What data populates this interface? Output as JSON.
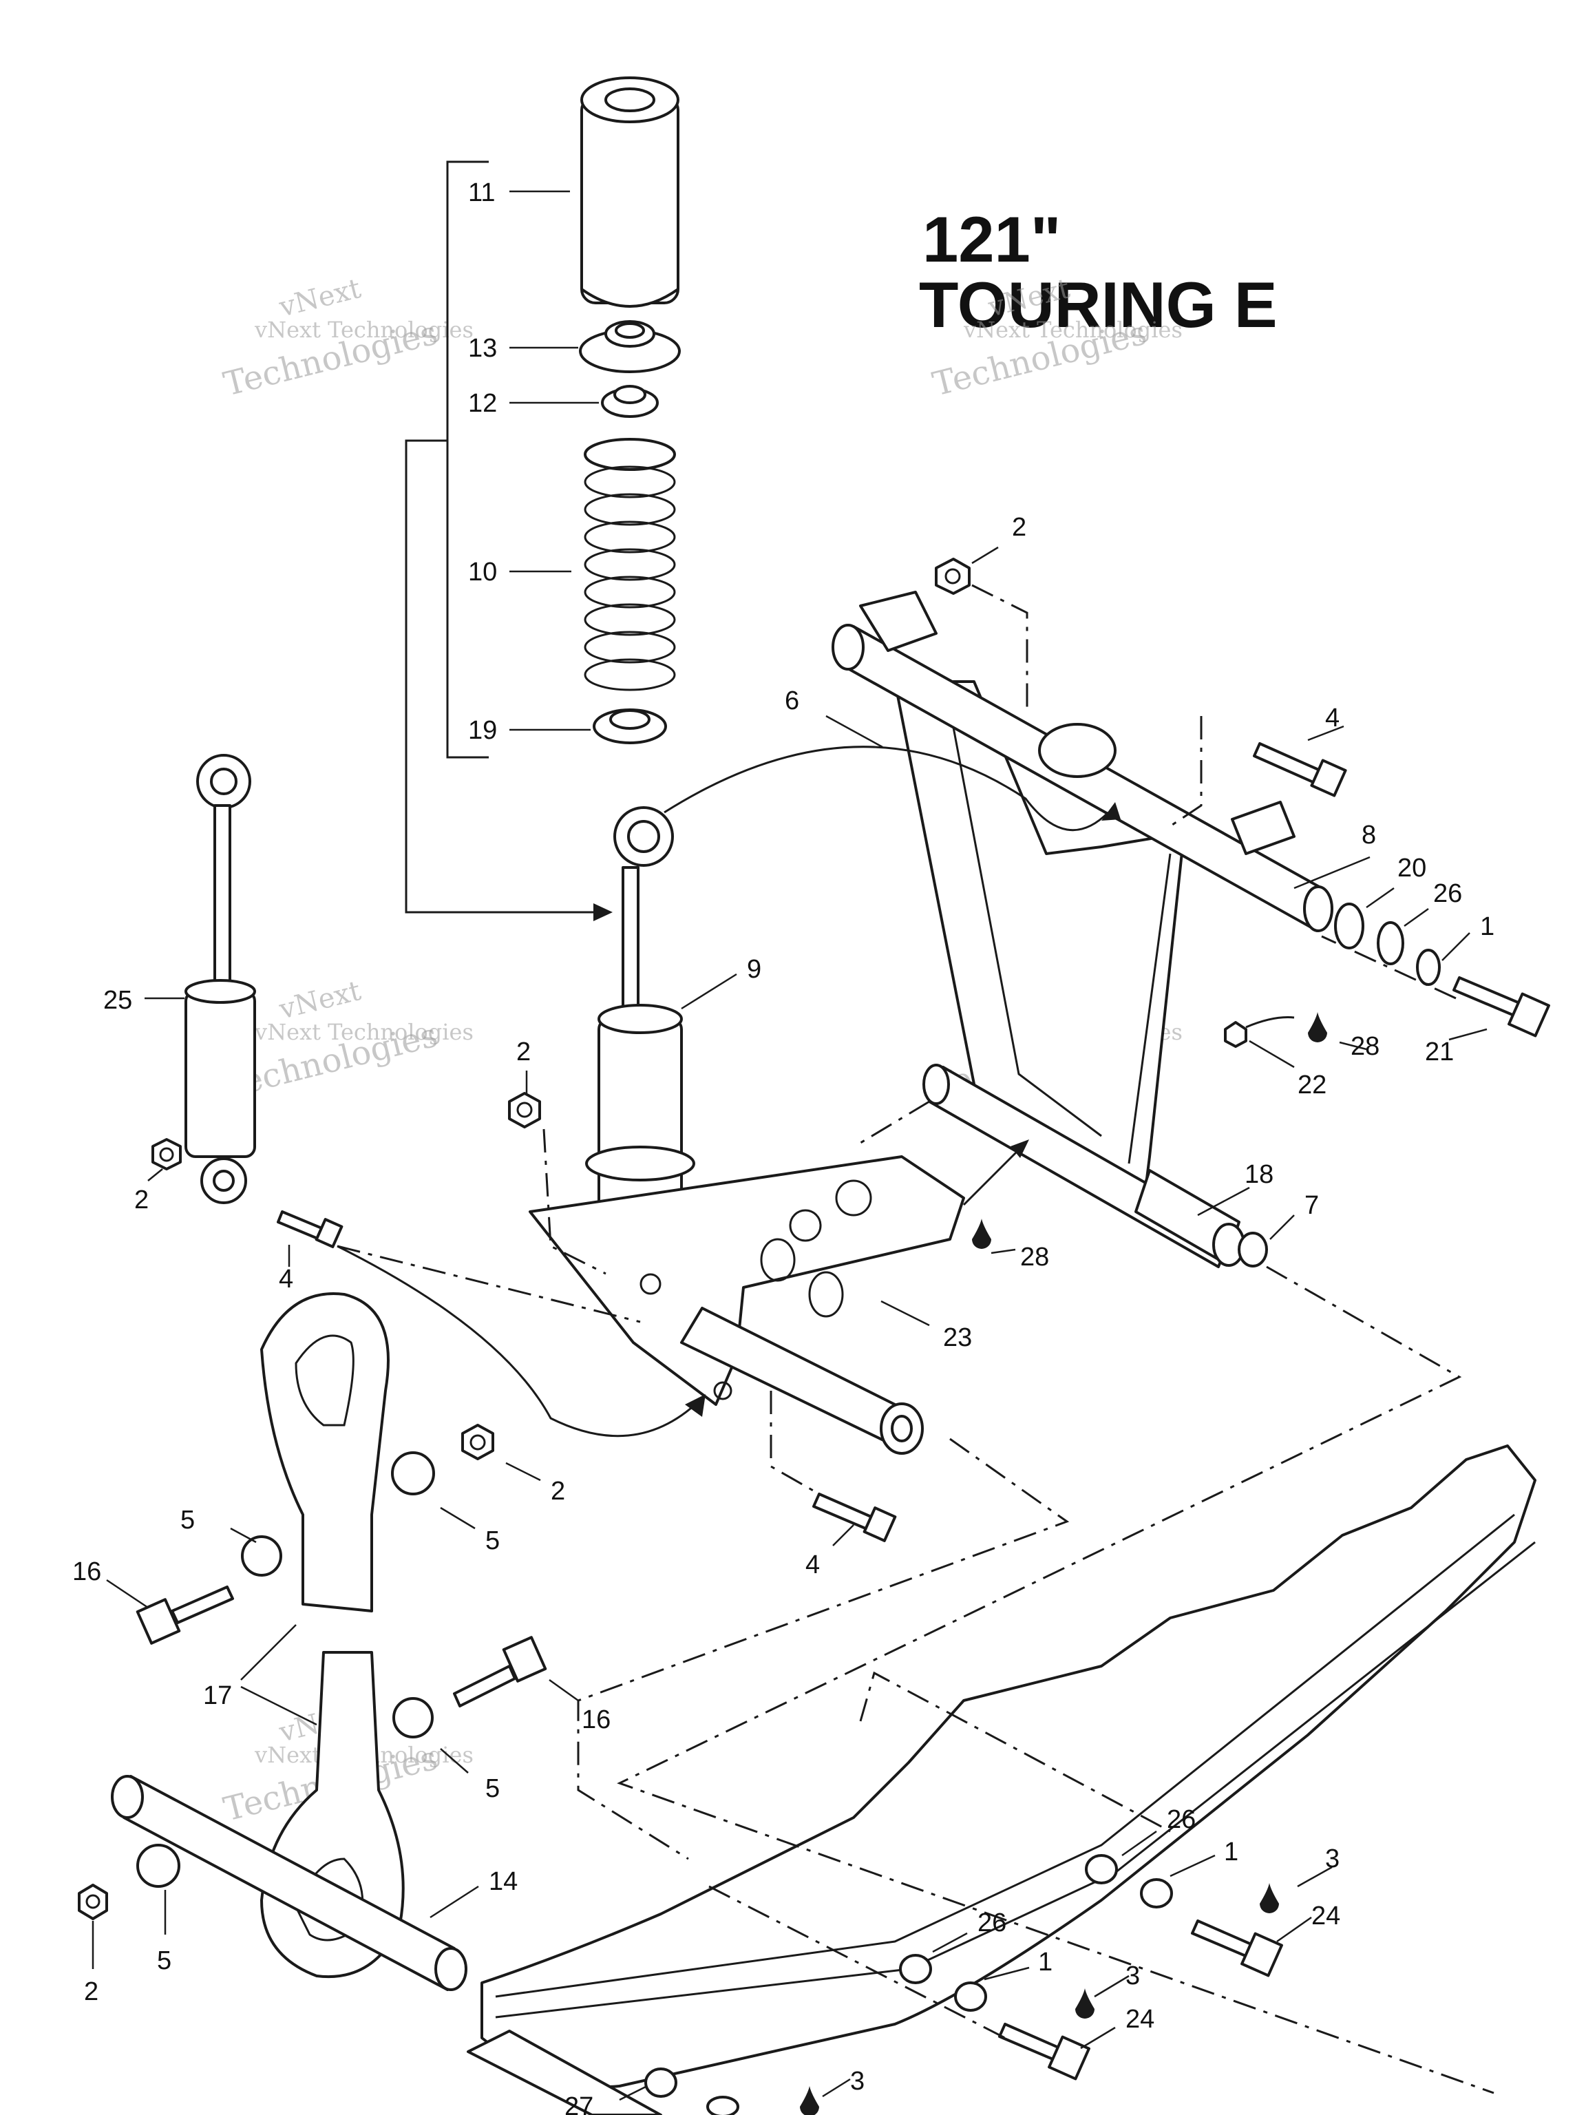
{
  "title": {
    "line1": "121\"",
    "line2": "TOURING E"
  },
  "watermark": {
    "brand": "vNext",
    "line1": "vNext Technologies",
    "line2": "Technologies"
  },
  "callouts": [
    "11",
    "13",
    "12",
    "10",
    "19",
    "2",
    "6",
    "4",
    "8",
    "20",
    "26",
    "1",
    "21",
    "28",
    "22",
    "9",
    "25",
    "2",
    "2",
    "4",
    "18",
    "7",
    "28",
    "23",
    "2",
    "5",
    "5",
    "16",
    "4",
    "17",
    "16",
    "5",
    "14",
    "26",
    "1",
    "3",
    "24",
    "26",
    "1",
    "3",
    "24",
    "5",
    "2",
    "27",
    "3"
  ],
  "colors": {
    "line": "#1a1a1a",
    "background": "#ffffff",
    "watermark": "#9a9a9a"
  }
}
